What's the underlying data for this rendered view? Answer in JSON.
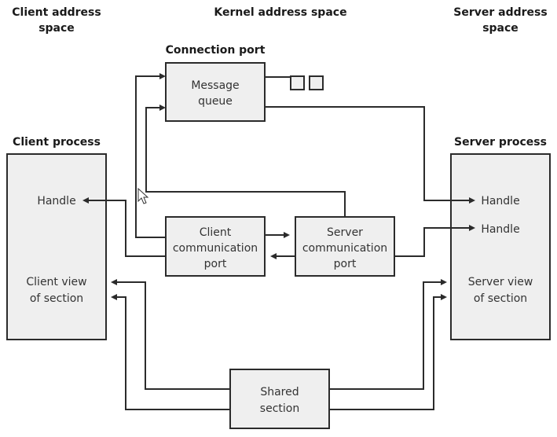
{
  "headers": {
    "client_space_line1": "Client address",
    "client_space_line2": "space",
    "kernel_space": "Kernel address space",
    "server_space_line1": "Server address",
    "server_space_line2": "space",
    "connection_port": "Connection port",
    "client_process": "Client process",
    "server_process": "Server process"
  },
  "boxes": {
    "message_queue": [
      "Message",
      "queue"
    ],
    "client_comm_port": [
      "Client",
      "communication",
      "port"
    ],
    "server_comm_port": [
      "Server",
      "communication",
      "port"
    ],
    "shared_section": [
      "Shared",
      "section"
    ]
  },
  "client_process": {
    "handle": "Handle",
    "view": [
      "Client view",
      "of section"
    ]
  },
  "server_process": {
    "handle_1": "Handle",
    "handle_2": "Handle",
    "view": [
      "Server view",
      "of section"
    ]
  },
  "queue_slots": 2,
  "colors": {
    "box_fill": "#efefef",
    "stroke": "#2b2b2b"
  }
}
